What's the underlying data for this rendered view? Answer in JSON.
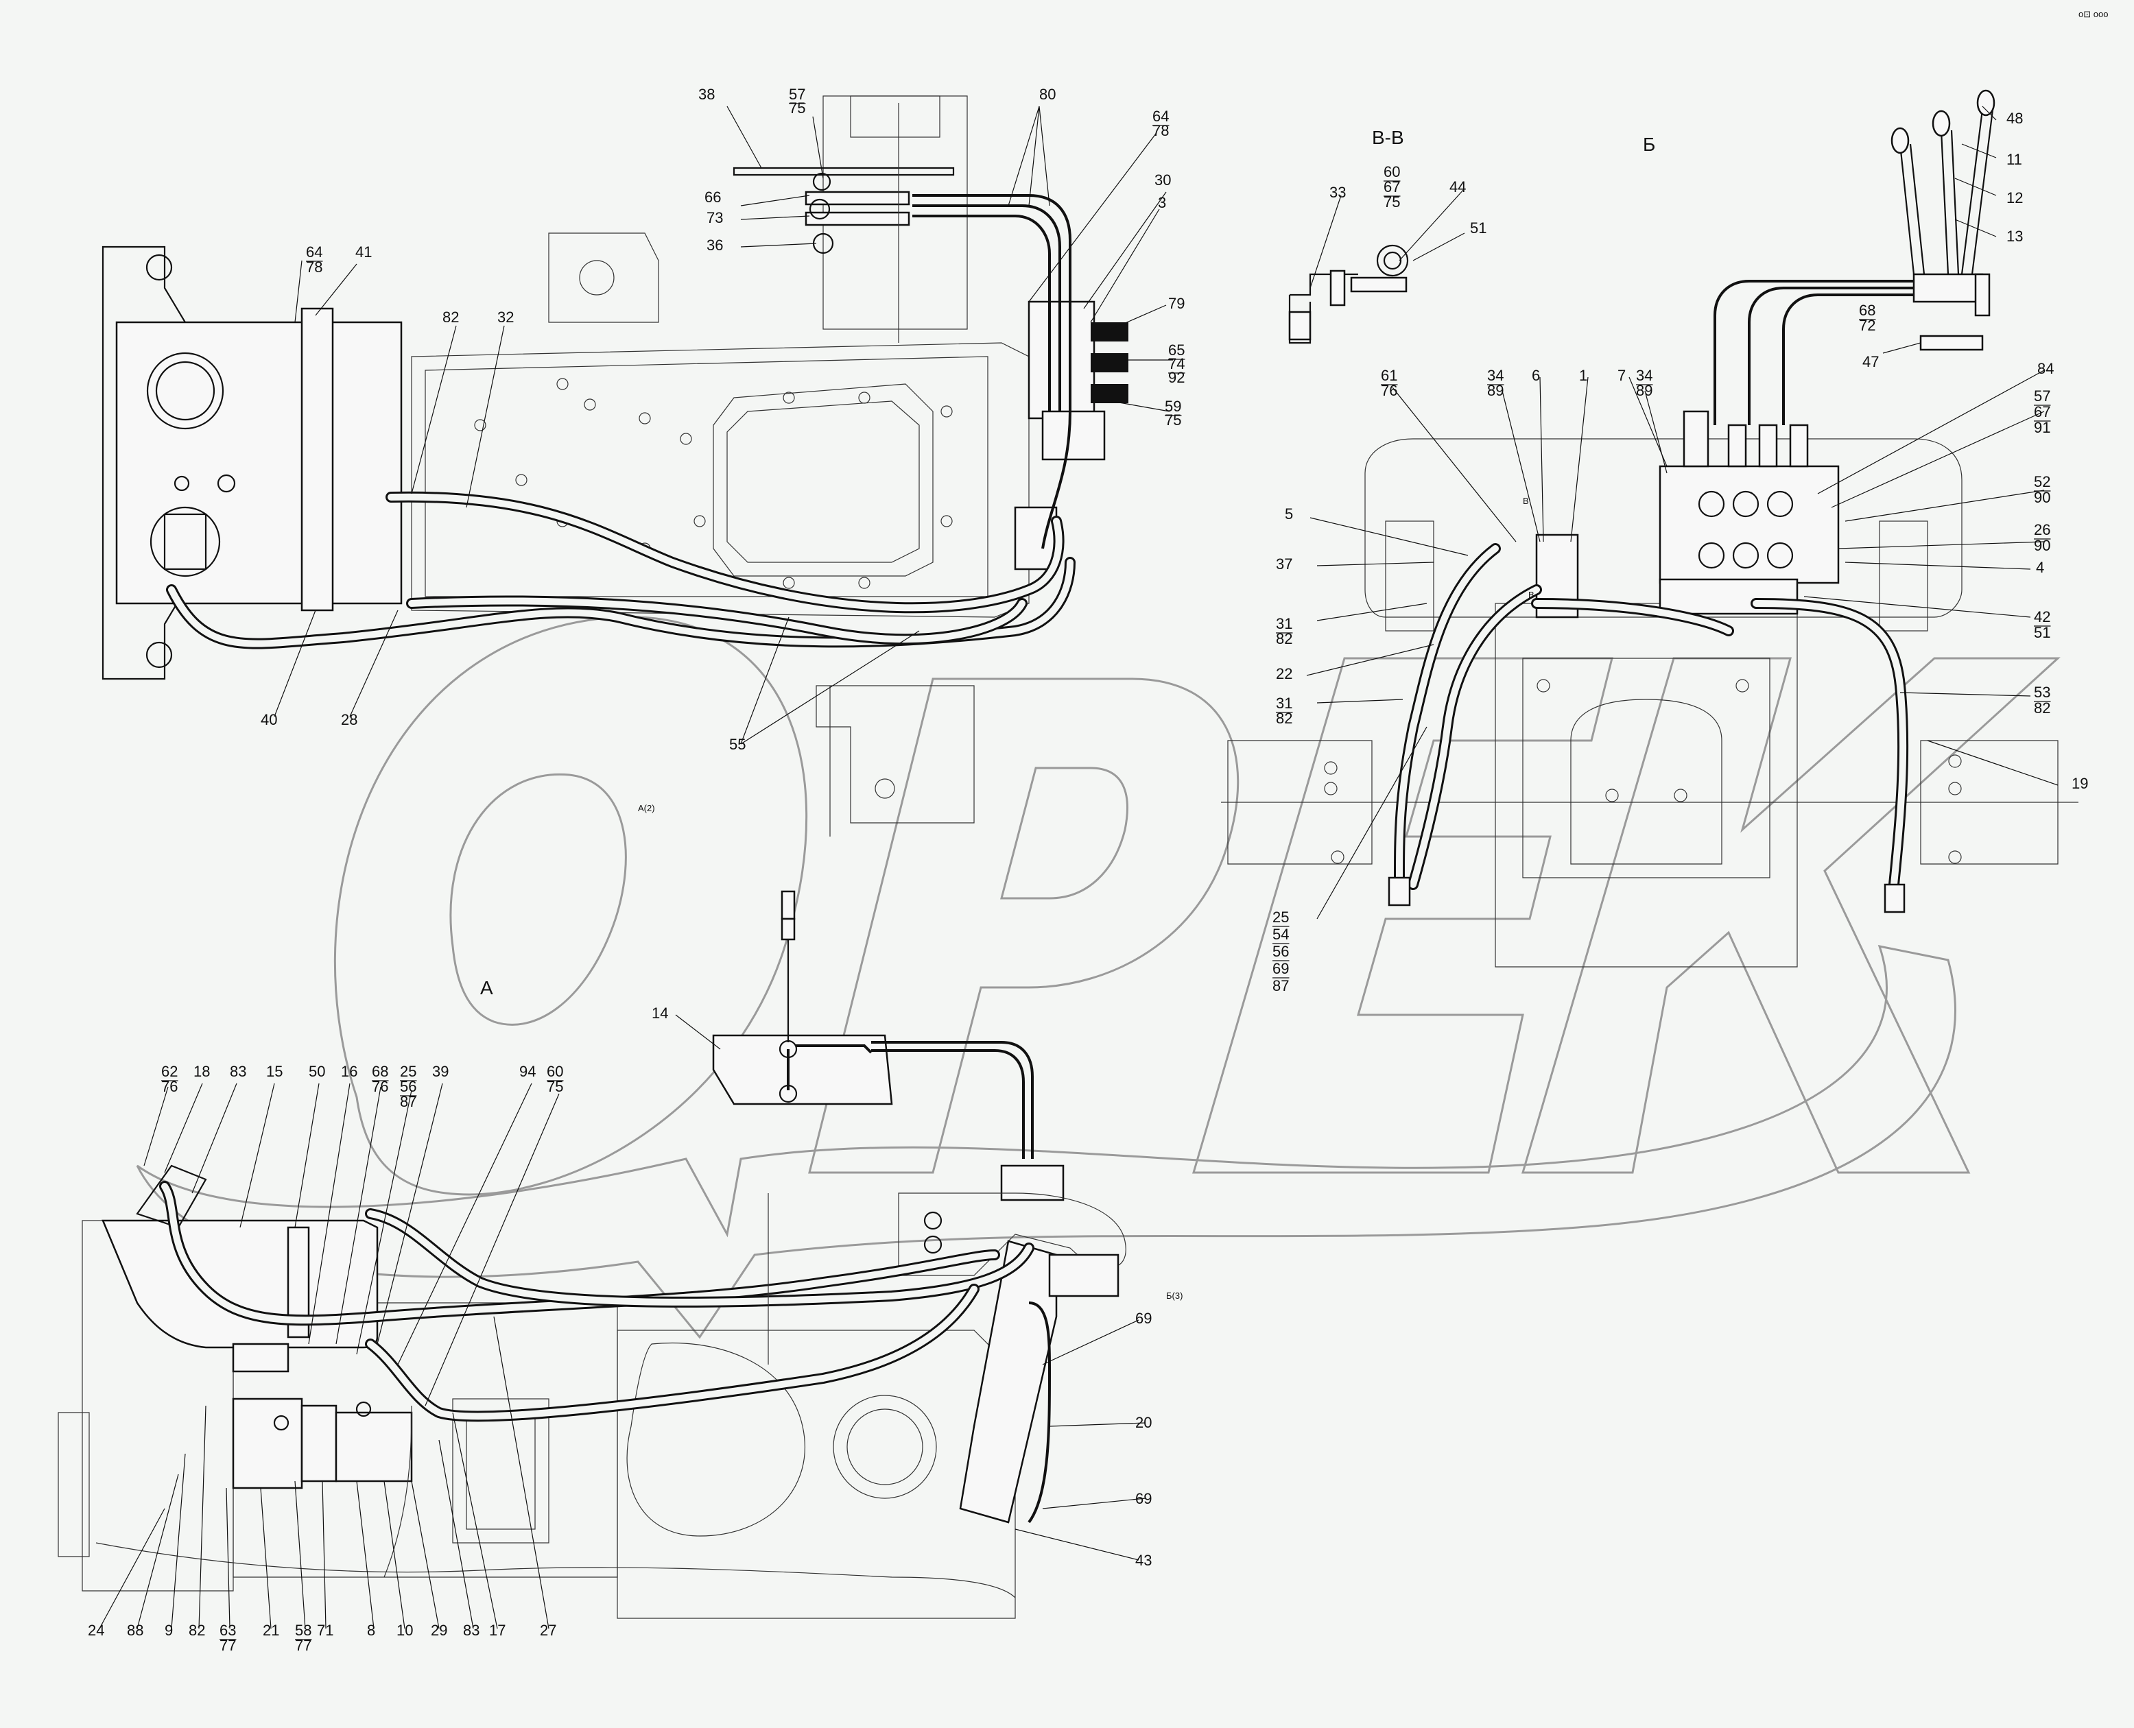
{
  "watermark": "OPEX",
  "corner_mark": "о⊡ ооо",
  "views": {
    "a": {
      "title": "А",
      "section_a2": "А(2)"
    },
    "b": {
      "title": "Б",
      "section_b3": "Б(3)"
    },
    "bv": {
      "title": "В-В",
      "marker": "В"
    }
  },
  "callouts": [
    {
      "id": "c38",
      "text": "38"
    },
    {
      "id": "c57",
      "text": "57",
      "sub": "75"
    },
    {
      "id": "c80",
      "text": "80"
    },
    {
      "id": "c64a",
      "text": "64",
      "sub": "78"
    },
    {
      "id": "c30",
      "text": "30"
    },
    {
      "id": "c3",
      "text": "3"
    },
    {
      "id": "c66",
      "text": "66"
    },
    {
      "id": "c73",
      "text": "73"
    },
    {
      "id": "c36",
      "text": "36"
    },
    {
      "id": "c64b",
      "text": "64",
      "sub": "78"
    },
    {
      "id": "c41",
      "text": "41"
    },
    {
      "id": "c82a",
      "text": "82"
    },
    {
      "id": "c32",
      "text": "32"
    },
    {
      "id": "c79",
      "text": "79"
    },
    {
      "id": "c65",
      "text": "65",
      "sub": "74",
      "sub2": "92"
    },
    {
      "id": "c59",
      "text": "59",
      "sub": "75"
    },
    {
      "id": "c40",
      "text": "40"
    },
    {
      "id": "c28",
      "text": "28"
    },
    {
      "id": "c55",
      "text": "55"
    },
    {
      "id": "c33",
      "text": "33"
    },
    {
      "id": "c60a",
      "text": "60",
      "sub": "67",
      "sub2": "75"
    },
    {
      "id": "c44",
      "text": "44"
    },
    {
      "id": "c51",
      "text": "51"
    },
    {
      "id": "c48",
      "text": "48"
    },
    {
      "id": "c11",
      "text": "11"
    },
    {
      "id": "c12",
      "text": "12"
    },
    {
      "id": "c13",
      "text": "13"
    },
    {
      "id": "c68a",
      "text": "68",
      "sub": "72"
    },
    {
      "id": "c47",
      "text": "47"
    },
    {
      "id": "c61",
      "text": "61",
      "sub": "76"
    },
    {
      "id": "c34a",
      "text": "34",
      "sub": "89"
    },
    {
      "id": "c6",
      "text": "6"
    },
    {
      "id": "c1",
      "text": "1"
    },
    {
      "id": "c7",
      "text": "7"
    },
    {
      "id": "c34b",
      "text": "34",
      "sub": "89"
    },
    {
      "id": "c84",
      "text": "84"
    },
    {
      "id": "c57b",
      "text": "57",
      "sub": "67",
      "sub2": "91"
    },
    {
      "id": "c5",
      "text": "5"
    },
    {
      "id": "c52",
      "text": "52",
      "sub": "90"
    },
    {
      "id": "c26",
      "text": "26",
      "sub": "90"
    },
    {
      "id": "c37",
      "text": "37"
    },
    {
      "id": "c4",
      "text": "4"
    },
    {
      "id": "c31a",
      "text": "31",
      "sub": "82"
    },
    {
      "id": "c42",
      "text": "42",
      "sub": "51"
    },
    {
      "id": "c22",
      "text": "22"
    },
    {
      "id": "c31b",
      "text": "31",
      "sub": "82"
    },
    {
      "id": "c53",
      "text": "53",
      "sub": "82"
    },
    {
      "id": "c19",
      "text": "19"
    },
    {
      "id": "c25a",
      "text": "25",
      "sub": "54",
      "sub2": "56",
      "sub3": "69",
      "sub4": "87"
    },
    {
      "id": "c14",
      "text": "14"
    },
    {
      "id": "c62",
      "text": "62",
      "sub": "76"
    },
    {
      "id": "c18",
      "text": "18"
    },
    {
      "id": "c83a",
      "text": "83"
    },
    {
      "id": "c15",
      "text": "15"
    },
    {
      "id": "c50",
      "text": "50"
    },
    {
      "id": "c16",
      "text": "16"
    },
    {
      "id": "c68b",
      "text": "68",
      "sub": "76"
    },
    {
      "id": "c25b",
      "text": "25",
      "sub": "56",
      "sub2": "87"
    },
    {
      "id": "c39",
      "text": "39"
    },
    {
      "id": "c94",
      "text": "94"
    },
    {
      "id": "c60b",
      "text": "60",
      "sub": "75"
    },
    {
      "id": "c69a",
      "text": "69"
    },
    {
      "id": "c20",
      "text": "20"
    },
    {
      "id": "c69b",
      "text": "69"
    },
    {
      "id": "c43",
      "text": "43"
    },
    {
      "id": "c24",
      "text": "24"
    },
    {
      "id": "c88",
      "text": "88"
    },
    {
      "id": "c9",
      "text": "9"
    },
    {
      "id": "c82b",
      "text": "82"
    },
    {
      "id": "c63",
      "text": "63",
      "sub": "77"
    },
    {
      "id": "c21",
      "text": "21"
    },
    {
      "id": "c58",
      "text": "58",
      "sub": "77"
    },
    {
      "id": "c71",
      "text": "71"
    },
    {
      "id": "c8",
      "text": "8"
    },
    {
      "id": "c10",
      "text": "10"
    },
    {
      "id": "c29",
      "text": "29"
    },
    {
      "id": "c83b",
      "text": "83"
    },
    {
      "id": "c17",
      "text": "17"
    },
    {
      "id": "c27",
      "text": "27"
    }
  ]
}
